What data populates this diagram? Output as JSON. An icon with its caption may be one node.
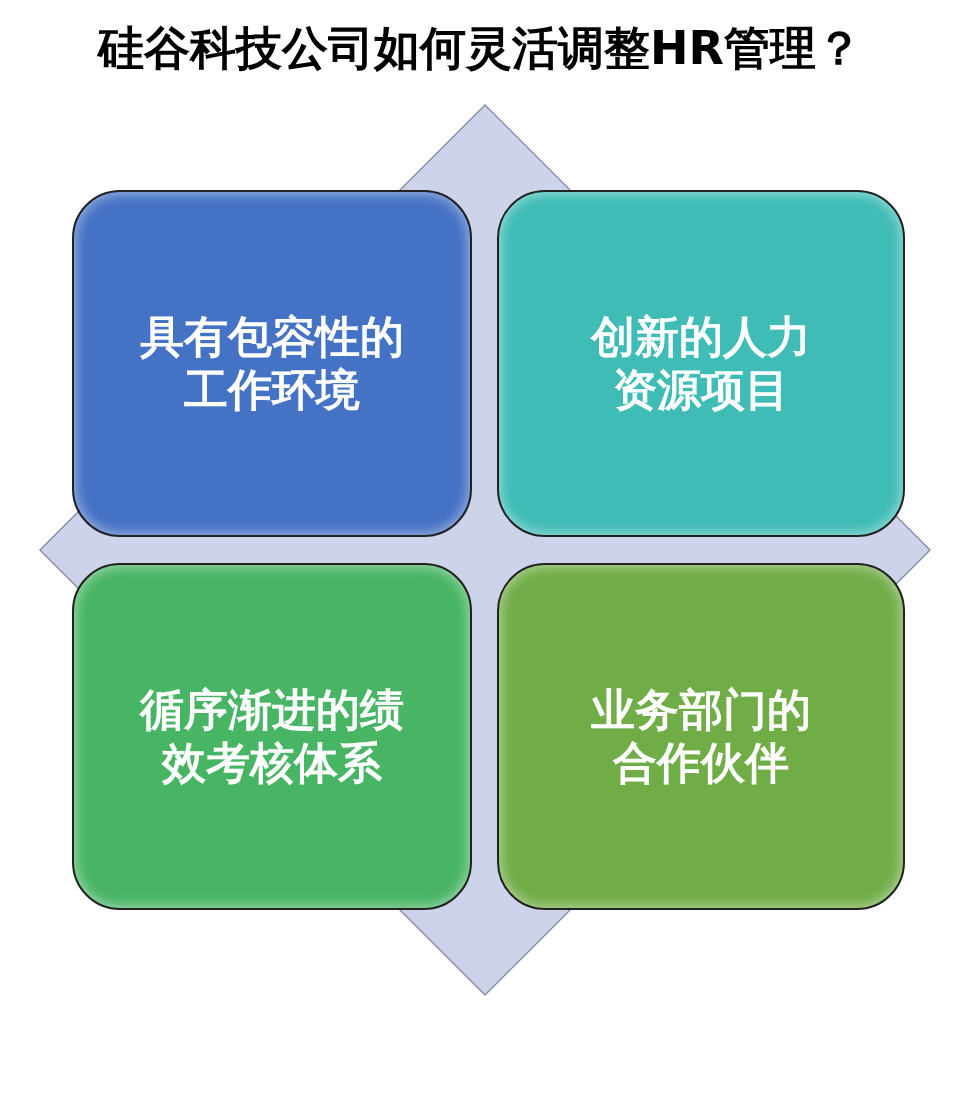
{
  "diagram": {
    "title": "硅谷科技公司如何灵活调整HR管理？",
    "nodes": [
      {
        "text": [
          "具有包容性的工作环境"
        ]
      },
      {
        "text": [
          "创新的人力资源项目"
        ]
      },
      {
        "text": [
          "循序渐进的绩效考核体系"
        ]
      },
      {
        "text": [
          "业务部门的合作伙伴"
        ]
      }
    ]
  }
}
